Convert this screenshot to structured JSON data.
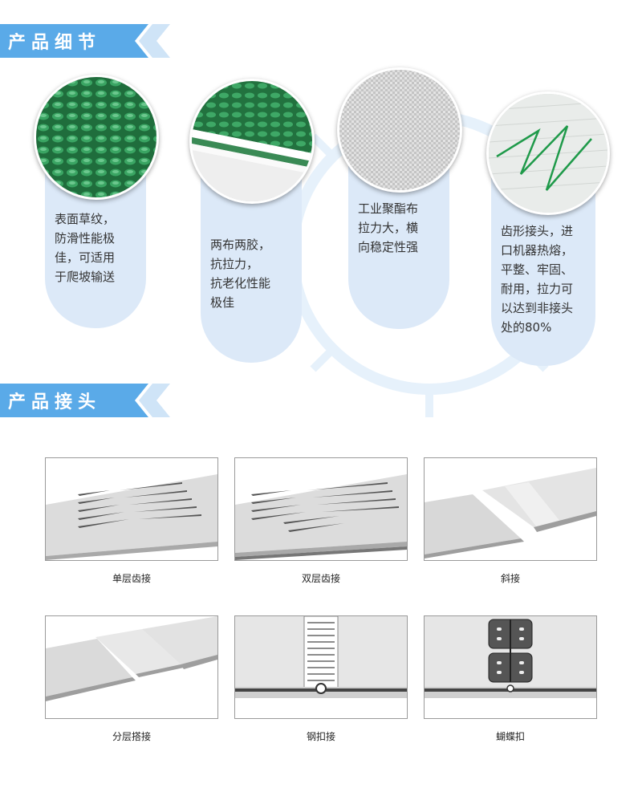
{
  "section_details": {
    "title": "产品细节"
  },
  "features": [
    {
      "lines": [
        "表面草纹，",
        "防滑性能极",
        "佳，可适用",
        "于爬坡输送"
      ]
    },
    {
      "lines": [
        "两布两胶，",
        "抗拉力，",
        "抗老化性能",
        "极佳"
      ]
    },
    {
      "lines": [
        "工业聚酯布",
        "拉力大，横",
        "向稳定性强"
      ]
    },
    {
      "lines": [
        "齿形接头，进",
        "口机器热熔，",
        "平整、牢固、",
        "耐用，拉力可",
        "以达到非接头",
        "处的80%"
      ]
    }
  ],
  "section_joints": {
    "title": "产品接头"
  },
  "joints": [
    {
      "label": "单层齿接"
    },
    {
      "label": "双层齿接"
    },
    {
      "label": "斜接"
    },
    {
      "label": "分层搭接"
    },
    {
      "label": "钢扣接"
    },
    {
      "label": "蝴蝶扣"
    }
  ],
  "colors": {
    "banner": "#5aaae8",
    "pill": "#dce9f8",
    "grass": "#2f8a4f",
    "belt": "#d9d9d9"
  }
}
